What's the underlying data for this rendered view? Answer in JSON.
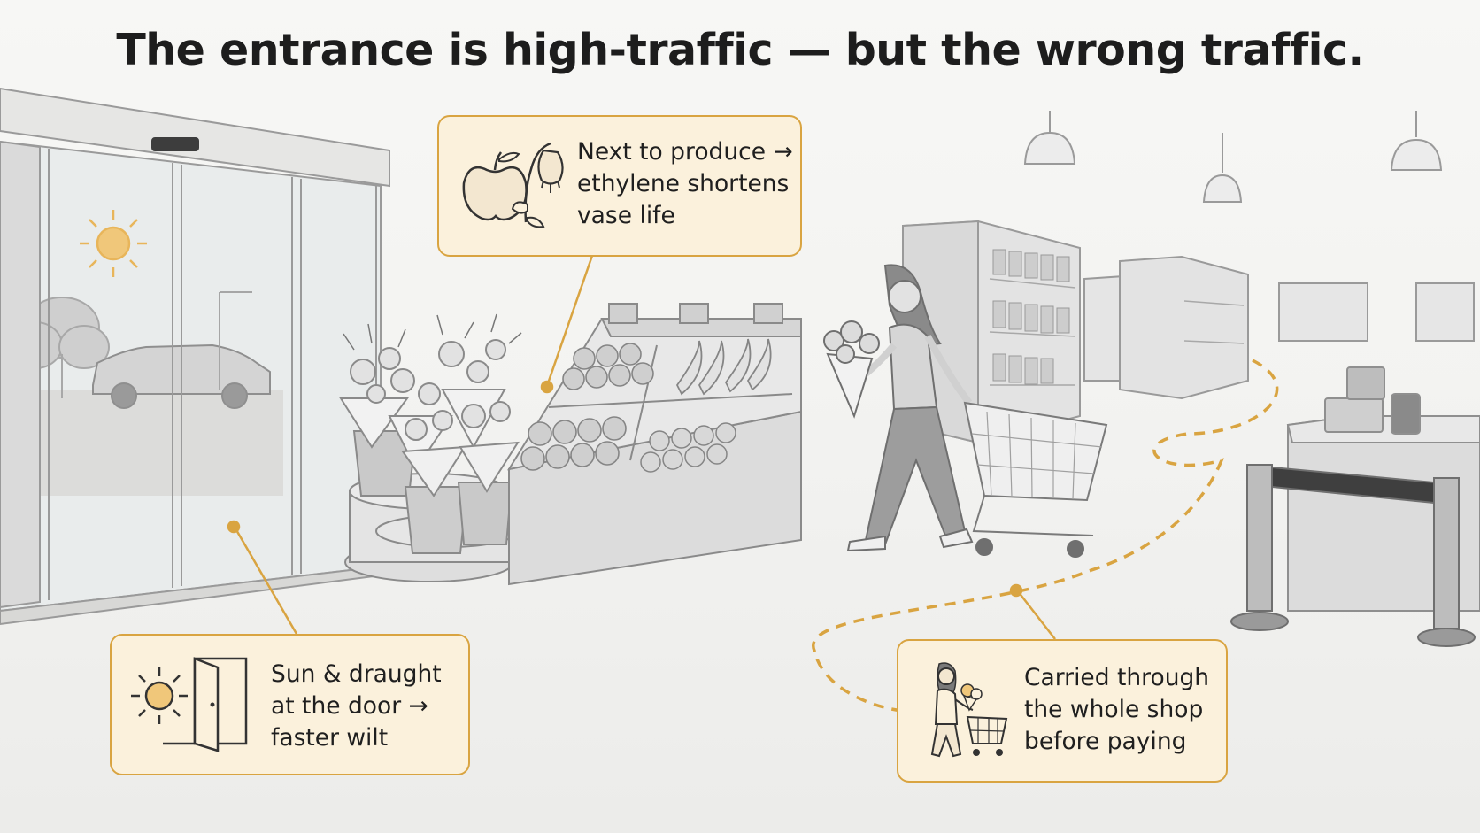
{
  "title": "The entrance is high-traffic — but the wrong traffic.",
  "callouts": {
    "produce": {
      "lines": [
        "Next to produce →",
        "ethylene shortens",
        "vase life"
      ],
      "icons": [
        "apple-icon",
        "wilted-flower-icon"
      ]
    },
    "door": {
      "lines": [
        "Sun & draught",
        "at the door →",
        "faster wilt"
      ],
      "icons": [
        "sun-icon",
        "open-door-icon"
      ]
    },
    "carry": {
      "lines": [
        "Carried through",
        "the whole shop",
        "before paying"
      ],
      "icons": [
        "shopper-with-cart-icon"
      ]
    }
  },
  "colors": {
    "accent": "#d9a441",
    "callout_fill": "#fbf1dc",
    "sun": "#e8b55a",
    "line_art": "#8a8a8a"
  }
}
